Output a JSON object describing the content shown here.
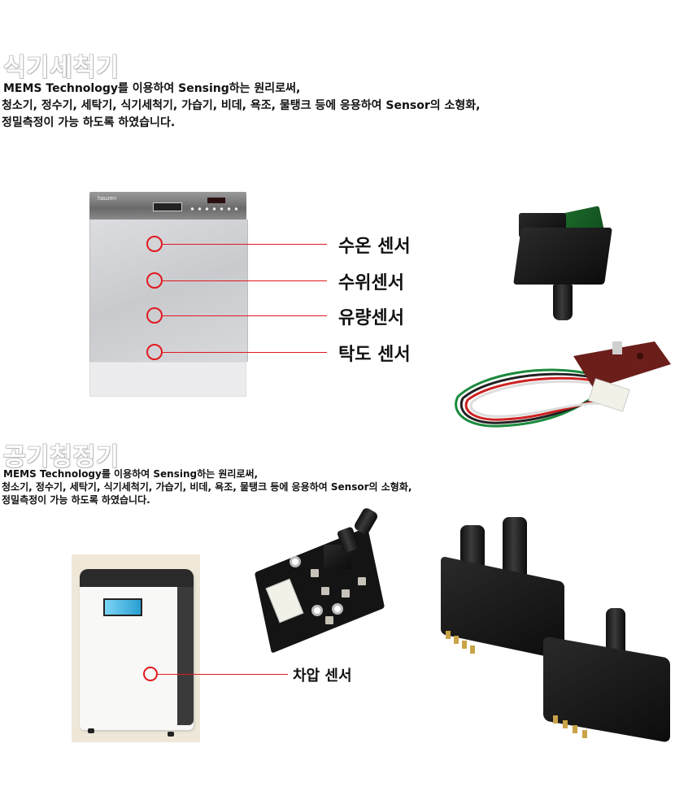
{
  "section1": {
    "title": "식기세척기",
    "desc_lines": [
      "MEMS Technology를 이용하여 Sensing하는 원리로써,",
      "청소기, 정수기, 세탁기, 식기세척기, 가습기, 비데, 욕조, 물탱크 등에 응용하여 Sensor의 소형화,",
      "정밀측정이 가능 하도록 하였습니다."
    ],
    "dishwasher_brand": "hauzen",
    "sensors": [
      "수온 센서",
      "수위센서",
      "유량센서",
      "탁도 센서"
    ]
  },
  "section2": {
    "title": "공기청정기",
    "desc_lines": [
      "MEMS Technology를 이용하여 Sensing하는 원리로써,",
      "청소기, 정수기, 세탁기, 식기세척기, 가습기, 비데, 욕조, 물탱크 등에 응용하여 Sensor의 소형화,",
      "정밀측정이 가능 하도록 하였습니다."
    ],
    "sensors": [
      "차압 센서"
    ]
  },
  "colors": {
    "marker": "#e0191f",
    "pcb_green": "#1d6b2c",
    "sensor_housing_red": "#6b1e1a"
  }
}
